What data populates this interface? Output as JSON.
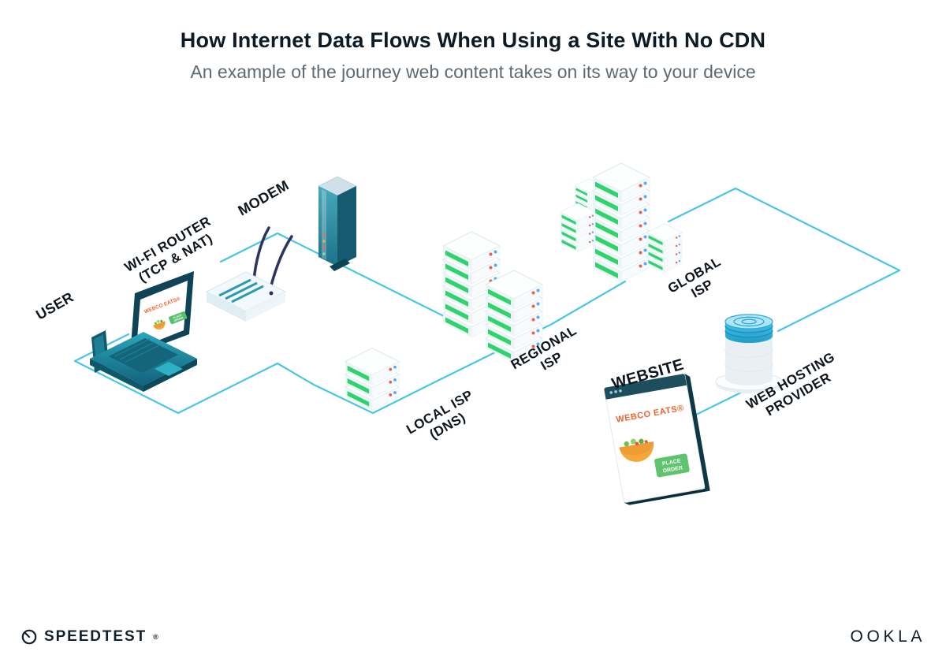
{
  "header": {
    "title": "How Internet Data Flows When Using a Site With No CDN",
    "subtitle": "An example of the journey web content takes on its way to your device"
  },
  "diagram": {
    "nodes": {
      "user": {
        "label": "USER",
        "icon": "laptop-icon"
      },
      "wifi_router": {
        "label_line1": "WI-FI ROUTER",
        "label_line2": "(TCP & NAT)",
        "icon": "wifi-router-icon"
      },
      "modem": {
        "label": "MODEM",
        "icon": "modem-icon"
      },
      "local_isp": {
        "label_line1": "LOCAL ISP",
        "label_line2": "(DNS)",
        "icon": "server-stack-icon"
      },
      "regional_isp": {
        "label_line1": "REGIONAL",
        "label_line2": "ISP",
        "icon": "server-stacks-icon"
      },
      "global_isp": {
        "label_line1": "GLOBAL",
        "label_line2": "ISP",
        "icon": "server-cluster-icon"
      },
      "web_hosting": {
        "label_line1": "WEB HOSTING",
        "label_line2": "PROVIDER",
        "icon": "database-cylinders-icon"
      },
      "website": {
        "label": "WEBSITE",
        "icon": "browser-window-icon"
      }
    },
    "website_screen": {
      "brand": "WEBCO EATS®",
      "order_button_line1": "PLACE",
      "order_button_line2": "ORDER"
    },
    "connections": [
      [
        "user",
        "wifi_router"
      ],
      [
        "wifi_router",
        "modem"
      ],
      [
        "modem",
        "local_isp"
      ],
      [
        "local_isp",
        "regional_isp"
      ],
      [
        "regional_isp",
        "global_isp"
      ],
      [
        "global_isp",
        "web_hosting"
      ],
      [
        "web_hosting",
        "website"
      ]
    ]
  },
  "footer": {
    "speedtest_label": "SPEEDTEST",
    "speedtest_mark": "®",
    "ookla_label": "OOKLA"
  },
  "colors": {
    "connection_line": "#49c6e5",
    "server_green": "#2fd36b",
    "brand_orange": "#ef6430",
    "button_green": "#58bf6b",
    "device_teal_dark": "#155e72",
    "title_text": "#0d1b26",
    "subtitle_text": "#5e6a73",
    "led_red": "#f05a50",
    "led_blue": "#58aaf5"
  }
}
